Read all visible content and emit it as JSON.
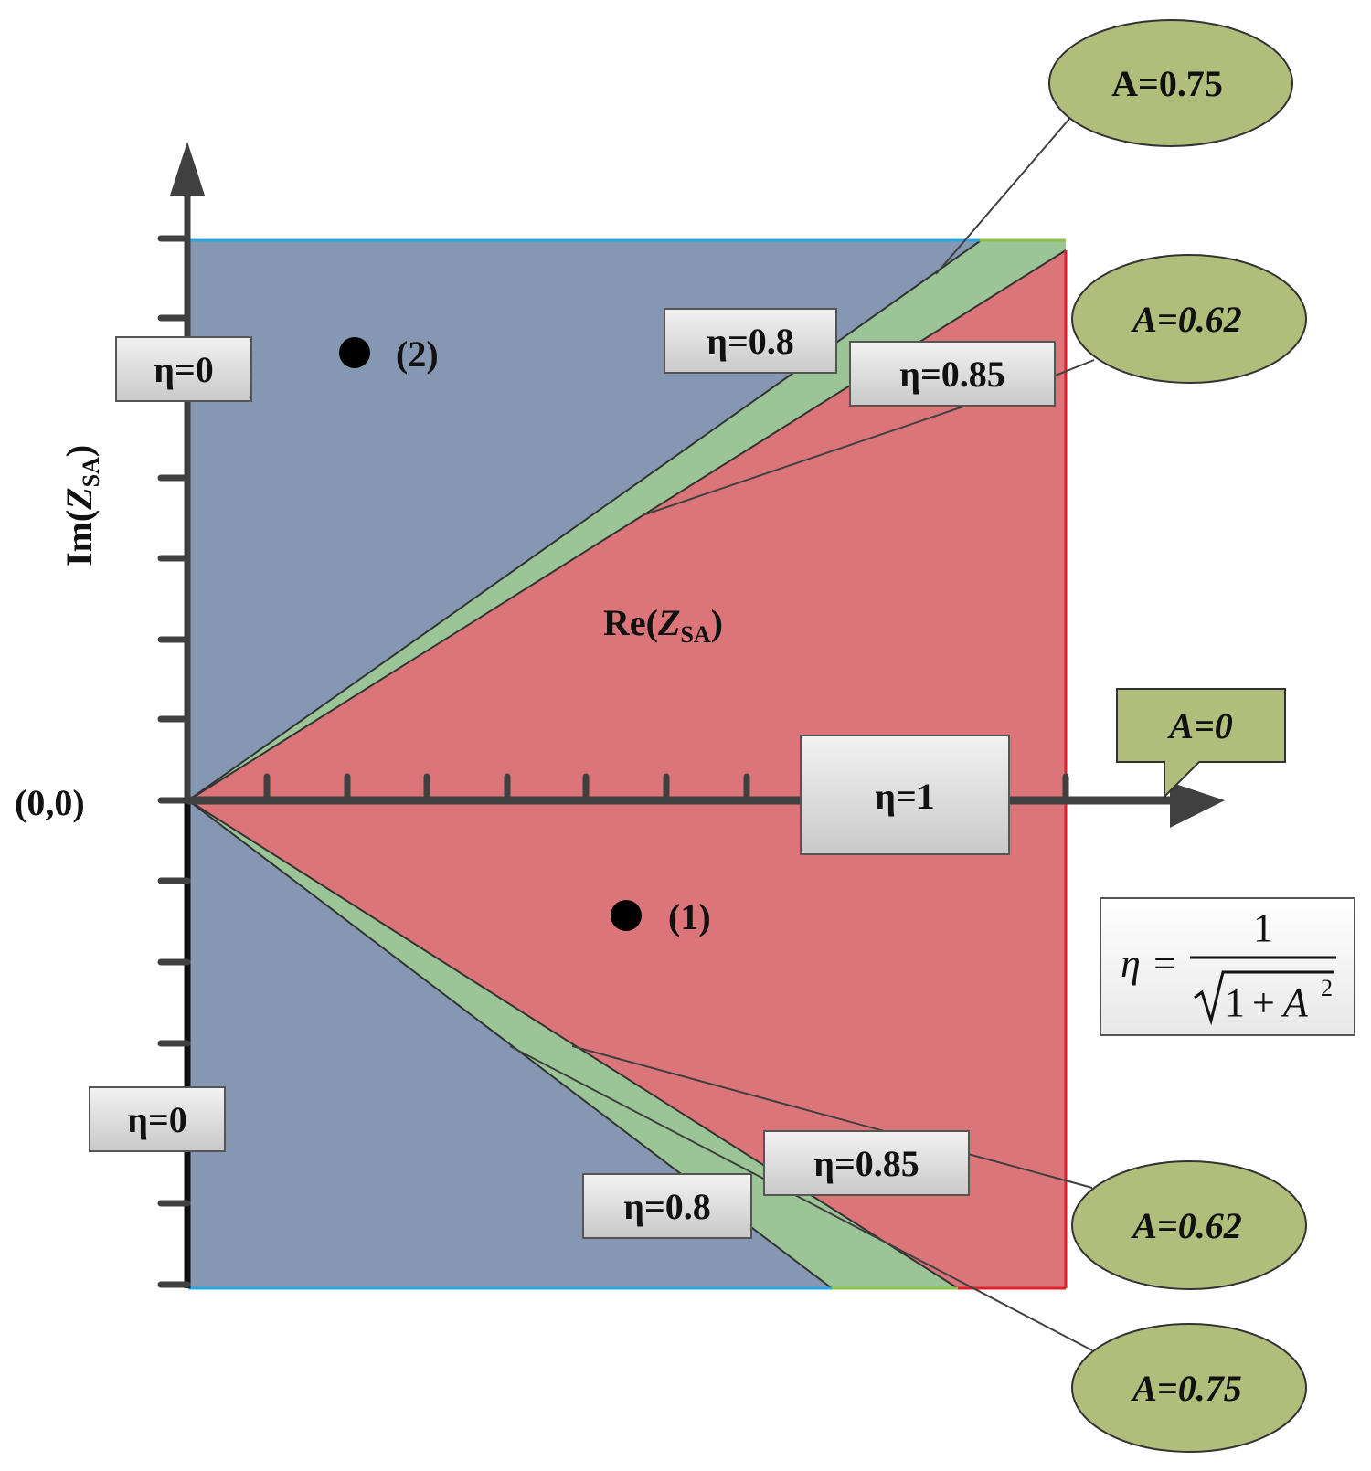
{
  "axes": {
    "origin_label": "(0,0)",
    "y_label": {
      "prefix": "Im(",
      "var": "Z",
      "sub": "SA",
      "suffix": ")"
    },
    "x_label": {
      "prefix": "Re(",
      "var": "Z",
      "sub": "SA",
      "suffix": ")"
    }
  },
  "regions": {
    "reactive": {
      "color": "#8597b3"
    },
    "transition": {
      "color": "#9bc597"
    },
    "resistive": {
      "color": "#dc7579"
    }
  },
  "eta_labels": {
    "top_zero": "η=0",
    "bottom_zero": "η=0",
    "top_08": "η=0.8",
    "top_085": "η=0.85",
    "one": "η=1",
    "bottom_085": "η=0.85",
    "bottom_08": "η=0.8"
  },
  "a_labels": {
    "top_075": "A=0.75",
    "top_062": "A=0.62",
    "zero": "A=0",
    "bottom_062": "A=0.62",
    "bottom_075": "A=0.75"
  },
  "points": [
    {
      "label": "(2)"
    },
    {
      "label": "(1)"
    }
  ],
  "formula": {
    "lhs": "η",
    "eq": "=",
    "numerator": "1",
    "denominator_one": "1",
    "plus": "+",
    "var": "A",
    "exp": "2"
  },
  "colors": {
    "ellipse_fill": "#b1bd7b",
    "callout_fill": "#b1bd7b",
    "axis": "#404040",
    "frame_blue": "#29a8e0",
    "frame_red": "#e0202a",
    "frame_green": "#8bc34a"
  }
}
